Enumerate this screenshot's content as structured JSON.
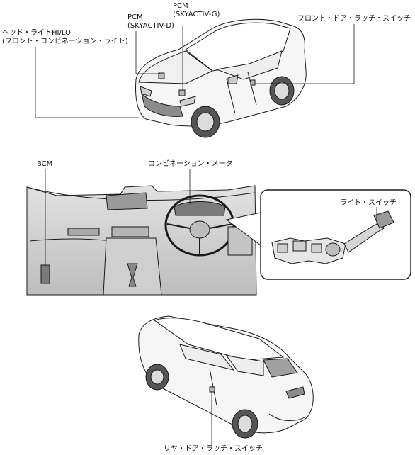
{
  "labels": {
    "pcm_g": "PCM\n(SKYACTIV-G)",
    "pcm_d": "PCM\n(SKYACTIV-D)",
    "front_door_latch": "フロント・ドア・ラッチ・スイッチ",
    "headlight": "ヘッド・ライトHI/LO\n(フロント・コンビネーション・ライト)",
    "bcm": "BCM",
    "instrument_cluster": "コンビネーション・メータ",
    "light_switch": "ライト・スイッチ",
    "rear_door_latch": "リヤ・ドア・ラッチ・スイッチ"
  },
  "colors": {
    "line": "#1a1a1a",
    "fill_light": "#f4f4f4",
    "fill_mid": "#d9d9d9",
    "fill_dark": "#8c8c8c"
  }
}
